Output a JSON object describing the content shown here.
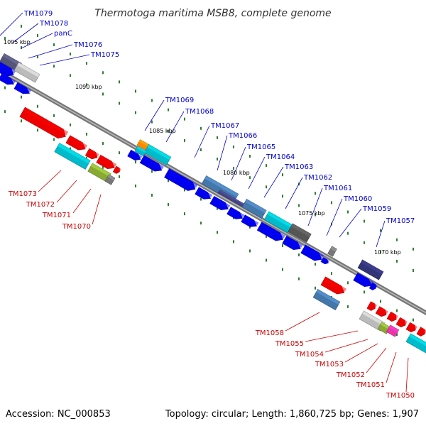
{
  "title": "Thermotoga maritima MSB8, complete genome",
  "footer": {
    "accession": "Accession: NC_000853",
    "topology": "Topology: circular; Length: 1,860,725 bp; Genes: 1,907"
  },
  "colors": {
    "forward_label": "#0000cc",
    "reverse_label": "#cc0000",
    "backbone": "#777777",
    "tick": "#2e7d32"
  },
  "kbp_labels": [
    "1095 kbp",
    "1090 kbp",
    "1085 kbp",
    "1080 kbp",
    "1075 kbp",
    "1070 kbp"
  ],
  "forward_genes": [
    "TM1079",
    "TM1078",
    "panC",
    "TM1076",
    "TM1075",
    "TM1069",
    "TM1068",
    "TM1067",
    "TM1066",
    "TM1065",
    "TM1064",
    "TM1063",
    "TM1062",
    "TM1061",
    "TM1060",
    "TM1059",
    "TM1057"
  ],
  "reverse_genes": [
    "TM1073",
    "TM1072",
    "TM1071",
    "TM1070",
    "TM1058",
    "TM1055",
    "TM1054",
    "TM1053",
    "TM1052",
    "TM1051",
    "TM1050"
  ]
}
